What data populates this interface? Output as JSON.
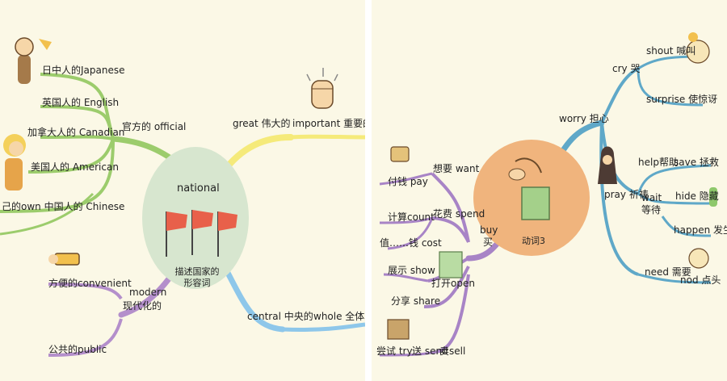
{
  "left_map": {
    "center_title": "national",
    "center_caption": "描述国家的形容词",
    "branches": {
      "official": {
        "label": "官方的 official",
        "items": [
          "日中人的Japanese",
          "英国人的 English",
          "加拿大人的 Canadian",
          "美国人的 American",
          "己的own 中国人的 Chinese"
        ]
      },
      "great": {
        "label": "great 伟大的"
      },
      "important": {
        "label": "important 重要的"
      },
      "modern": {
        "label_line1": "modern",
        "label_line2": "现代化的",
        "items": [
          "方便的convenient",
          "公共的public"
        ]
      },
      "central": {
        "label": "central 中央的"
      },
      "whole": {
        "label": "whole 全体的"
      }
    },
    "colors": {
      "green": "#9ccc6c",
      "yellow": "#f5ea7a",
      "purple": "#b48fcb",
      "blue": "#8ec7ea",
      "center": "#d7e6cf",
      "flag": "#e8604a"
    }
  },
  "right_map": {
    "center_caption": "动词3",
    "branches": {
      "worry": {
        "label": "worry 担心",
        "items": {
          "cry": "cry 哭",
          "shout": "shout 喊叫",
          "surprise": "surprise 使惊讶",
          "pray": "pray 祈祷",
          "help": "help帮助",
          "save": "save 拯救",
          "wait_line1": "wait",
          "wait_line2": "等待",
          "hide": "hide 隐藏",
          "happen": "happen 发生",
          "need": "need 需要",
          "nod": "nod 点头"
        }
      },
      "buy": {
        "label_line1": "buy",
        "label_line2": "买",
        "items": {
          "want": "想要 want",
          "pay": "付钱 pay",
          "spend": "花费 spend",
          "count": "计算count",
          "cost": "值……钱 cost",
          "show": "展示 show",
          "open": "打开open",
          "share": "分享 share",
          "try": "尝试 try",
          "send": "送 send",
          "sell": "卖sell"
        }
      }
    },
    "colors": {
      "teal": "#5fa8c8",
      "purple": "#a884c6",
      "center": "#f0b47d"
    }
  }
}
